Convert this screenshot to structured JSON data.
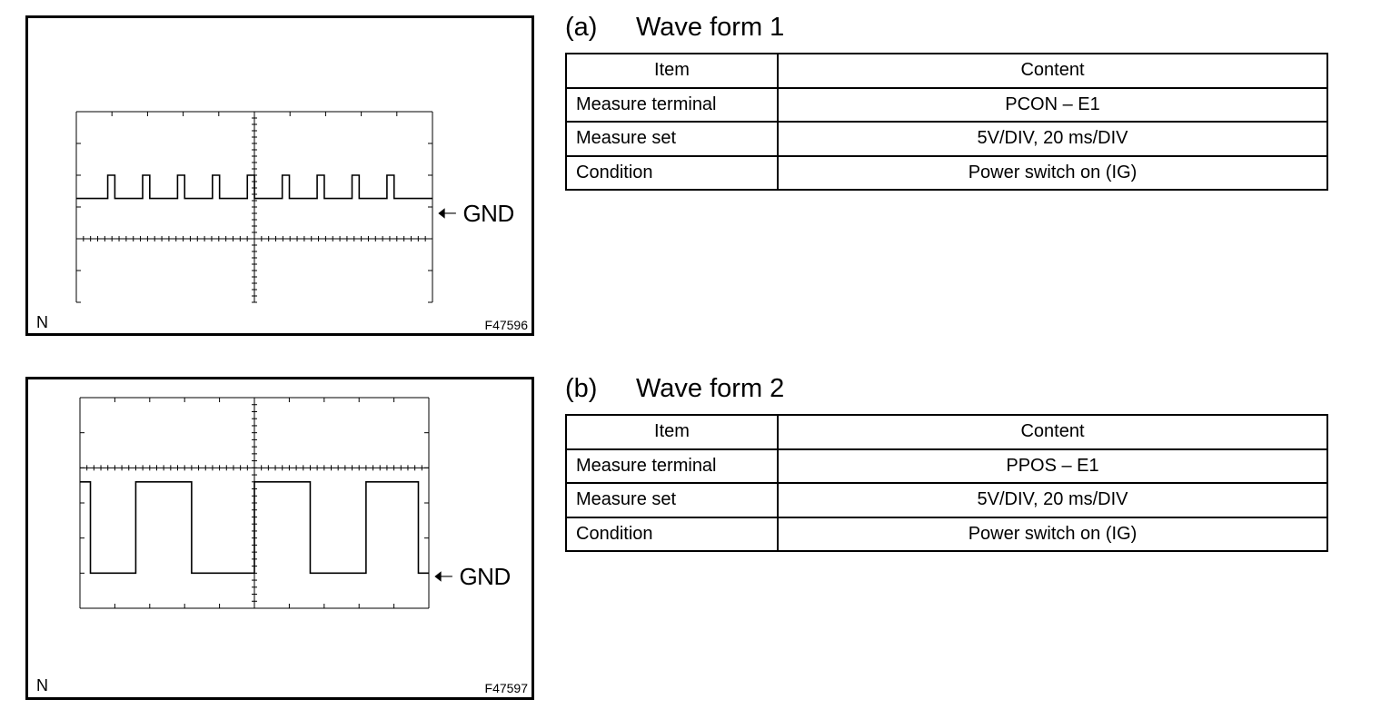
{
  "figures": [
    {
      "panel_tag": "N",
      "figure_code": "F47596",
      "gnd_label": "GND",
      "heading_tag": "(a)",
      "heading_title": "Wave form 1",
      "table": {
        "header": [
          "Item",
          "Content"
        ],
        "rows": [
          [
            "Measure terminal",
            "PCON – E1"
          ],
          [
            "Measure set",
            "5V/DIV, 20 ms/DIV"
          ],
          [
            "Condition",
            "Power switch on (IG)"
          ]
        ]
      },
      "waveform": {
        "type": "pulse",
        "ground_division": 3,
        "high_division": 2,
        "pulses": [
          0.9,
          1.9,
          2.9,
          3.9,
          4.9,
          5.9,
          6.9,
          7.9,
          8.9
        ],
        "pulse_width": 0.2
      }
    },
    {
      "panel_tag": "N",
      "figure_code": "F47597",
      "gnd_label": "GND",
      "heading_tag": "(b)",
      "heading_title": "Wave form 2",
      "table": {
        "header": [
          "Item",
          "Content"
        ],
        "rows": [
          [
            "Measure terminal",
            "PPOS – E1"
          ],
          [
            "Measure set",
            "5V/DIV, 20 ms/DIV"
          ],
          [
            "Condition",
            "Power switch on (IG)"
          ]
        ]
      },
      "waveform": {
        "type": "pulse-inverted",
        "ground_division": 5,
        "high_division": 2.4,
        "low_segments": [
          [
            0.3,
            1.6
          ],
          [
            3.2,
            5.0
          ],
          [
            6.6,
            8.2
          ],
          [
            9.7,
            10.0
          ]
        ],
        "pulse_width": 0.2
      }
    }
  ]
}
